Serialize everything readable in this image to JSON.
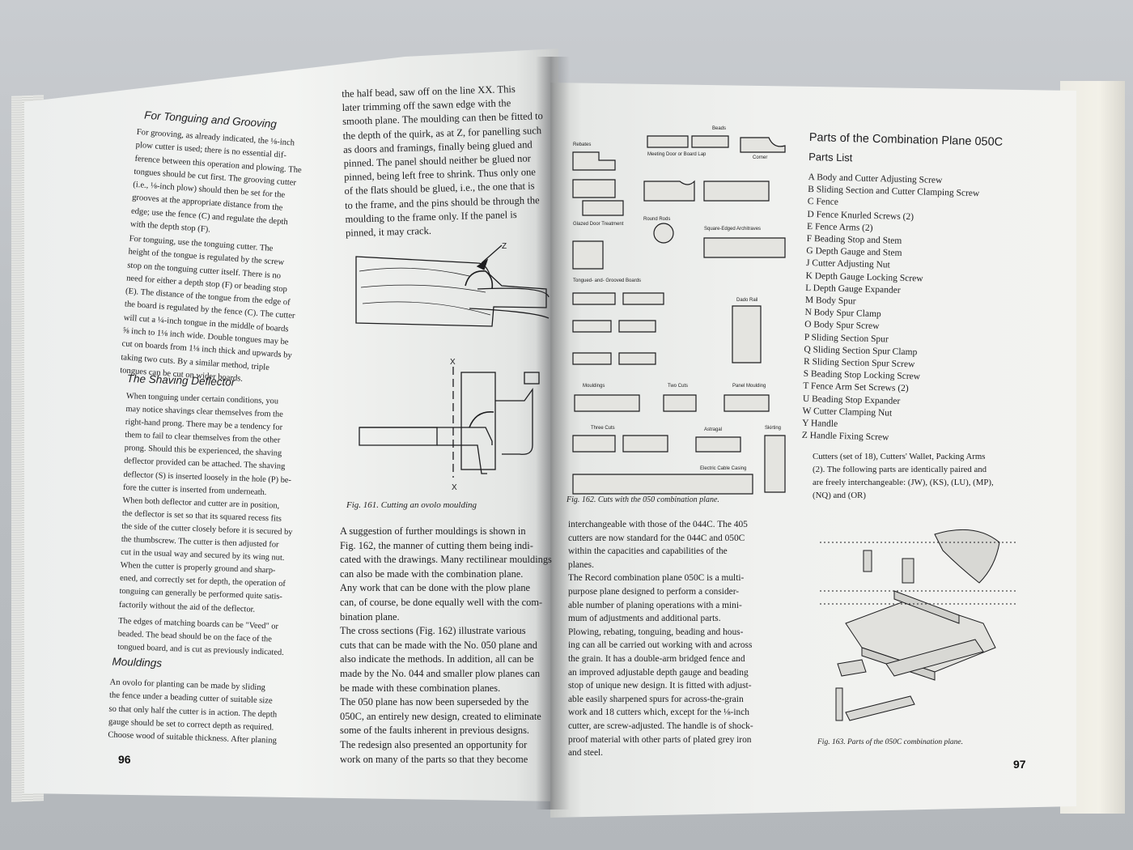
{
  "left_page": {
    "heading_tonguing": "For Tonguing and Grooving",
    "para_grooving": "For grooving, as already indicated, the ⅛-inch\nplow cutter is used; there is no essential dif-\nference between this operation and plowing. The\ntongues should be cut first. The grooving cutter\n(i.e., ⅛-inch plow) should then be set for the\ngrooves at the appropriate distance from the\nedge; use the fence (C) and regulate the depth\nwith the depth stop (F).",
    "para_tonguing": "For tonguing, use the tonguing cutter. The\nheight of the tongue is regulated by the screw\nstop on the tonguing cutter itself. There is no\nneed for either a depth stop (F) or beading stop\n(E). The distance of the tongue from the edge of\nthe board is regulated by the fence (C). The cutter\nwill cut a ¼-inch tongue in the middle of boards\n⅝ inch to 1⅛ inch wide. Double tongues may be\ncut on boards from 1⅛ inch thick and upwards by\ntaking two cuts. By a similar method, triple\ntongues can be cut on wider boards.",
    "heading_shaving": "The Shaving Deflector",
    "para_shaving": "When tonguing under certain conditions, you\nmay notice shavings clear themselves from the\nright-hand prong. There may be a tendency for\nthem to fail to clear themselves from the other\nprong. Should this be experienced, the shaving\ndeflector provided can be attached. The shaving\ndeflector (S) is inserted loosely in the hole (P) be-\nfore the cutter is inserted from underneath.\nWhen both deflector and cutter are in position,\nthe deflector is set so that its squared recess fits\nthe side of the cutter closely before it is secured by\nthe thumbscrew. The cutter is then adjusted for\ncut in the usual way and secured by its wing nut.\nWhen the cutter is properly ground and sharp-\nened, and correctly set for depth, the operation of\ntonguing can generally be performed quite satis-\nfactorily without the aid of the deflector.",
    "para_veed": "The edges of matching boards can be \"Veed\" or\nbeaded. The bead should be on the face of the\ntongued board, and is cut as previously indicated.",
    "heading_mouldings": "Mouldings",
    "para_ovolo": "An ovolo for planting can be made by sliding\nthe fence under a beading cutter of suitable size\nso that only half the cutter is in action. The depth\ngauge should be set to correct depth as required.\nChoose wood of suitable thickness. After planing",
    "page_number": "96",
    "col2_top": "the half bead, saw off on the line XX. This\nlater trimming off the sawn edge with the\nsmooth plane. The moulding can then be fitted to\nthe depth of the quirk, as at Z, for panelling such\nas doors and framings, finally being glued and\npinned. The panel should neither be glued nor\npinned, being left free to shrink. Thus only one\nof the flats should be glued, i.e., the one that is\nto the frame, and the pins should be through the\nmoulding to the frame only. If the panel is\npinned, it may crack.",
    "fig161_caption": "Fig. 161. Cutting an ovolo moulding",
    "fig161_label_z": "Z",
    "fig161_label_x": "X",
    "col2_bottom": "A suggestion of further mouldings is shown in\nFig. 162, the manner of cutting them being indi-\ncated with the drawings. Many rectilinear mouldings\ncan also be made with the combination plane.\nAny work that can be done with the plow plane\ncan, of course, be done equally well with the com-\nbination plane.\n  The cross sections (Fig. 162) illustrate various\ncuts that can be made with the No. 050 plane and\nalso indicate the methods. In addition, all can be\nmade by the No. 044 and smaller plow planes can\nbe made with these combination planes.\n  The 050 plane has now been superseded by the\n050C, an entirely new design, created to eliminate\nsome of the faults inherent in previous designs.\nThe redesign also presented an opportunity for\nwork on many of the parts so that they become"
  },
  "right_page": {
    "fig162_labels": {
      "beads": "Beads",
      "rebates": "Rebates",
      "meeting": "Meeting Door or Board Lap",
      "corner": "Corner",
      "glazed": "Glazed Door Treatment",
      "round_rods": "Round Rods",
      "square_edged": "Square-Edged Architraves",
      "tongued": "Tongued- and- Grooved Boards",
      "dado": "Dado Rail",
      "mouldings": "Mouldings",
      "two_cuts": "Two Cuts",
      "panel_moulding": "Panel Moulding",
      "three_cuts": "Three Cuts",
      "astragal": "Astragal",
      "skirting": "Skirting",
      "cable": "Electric Cable Casing"
    },
    "fig162_caption": "Fig. 162. Cuts with the 050 combination plane.",
    "col1_text": "interchangeable with those of the 044C. The 405\ncutters are now standard for the 044C and 050C\nwithin the capacities and capabilities of the\nplanes.\n  The Record combination plane 050C is a multi-\npurpose plane designed to perform a consider-\nable number of planing operations with a mini-\nmum of adjustments and additional parts.\nPlowing, rebating, tonguing, beading and hous-\ning can all be carried out working with and across\nthe grain. It has a double-arm bridged fence and\nan improved adjustable depth gauge and beading\nstop of unique new design. It is fitted with adjust-\nable easily sharpened spurs for across-the-grain\nwork and 18 cutters which, except for the ⅛-inch\ncutter, are screw-adjusted. The handle is of shock-\nproof material with other parts of plated grey iron\nand steel.",
    "parts_title": "Parts of the Combination Plane 050C",
    "parts_subtitle": "Parts List",
    "parts": [
      "A  Body and Cutter Adjusting Screw",
      "B  Sliding Section and Cutter Clamping Screw",
      "C  Fence",
      "D  Fence Knurled Screws (2)",
      "E  Fence Arms (2)",
      "F  Beading Stop and Stem",
      "G  Depth Gauge and Stem",
      "J  Cutter Adjusting Nut",
      "K  Depth Gauge Locking Screw",
      "L  Depth Gauge Expander",
      "M  Body Spur",
      "N  Body Spur Clamp",
      "O  Body Spur Screw",
      "P  Sliding Section Spur",
      "Q  Sliding Section Spur Clamp",
      "R  Sliding Section Spur Screw",
      "S  Beading Stop Locking Screw",
      "T  Fence Arm Set Screws (2)",
      "U  Beading Stop Expander",
      "W  Cutter Clamping Nut",
      "Y  Handle",
      "Z  Handle Fixing Screw"
    ],
    "cutters_text": "Cutters (set of 18), Cutters' Wallet, Packing Arms\n(2). The following parts are identically paired and\nare freely interchangeable: (JW), (KS), (LU), (MP),\n(NQ) and (OR)",
    "fig163_caption": "Fig. 163. Parts of the 050C combination plane.",
    "page_number": "97"
  }
}
